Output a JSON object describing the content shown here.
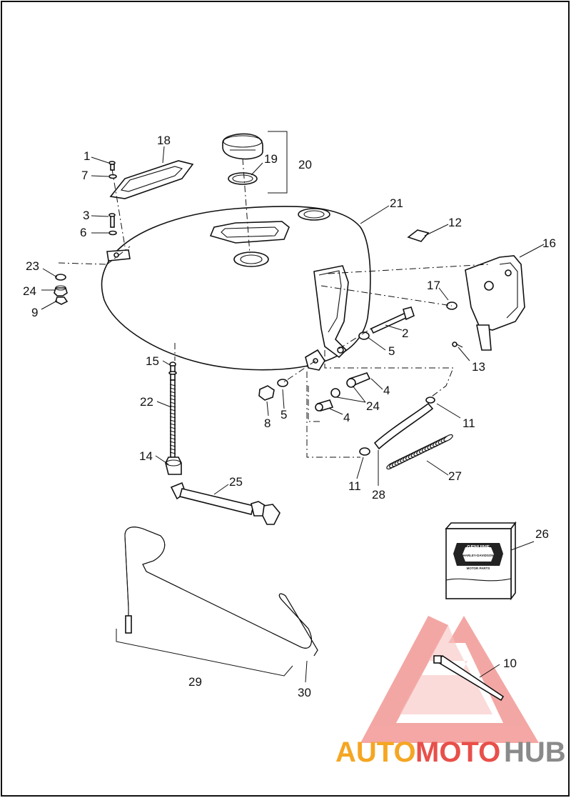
{
  "callouts": [
    {
      "id": "c1",
      "text": "1"
    },
    {
      "id": "c2",
      "text": "2"
    },
    {
      "id": "c3",
      "text": "3"
    },
    {
      "id": "c4a",
      "text": "4"
    },
    {
      "id": "c4b",
      "text": "4"
    },
    {
      "id": "c5a",
      "text": "5"
    },
    {
      "id": "c5b",
      "text": "5"
    },
    {
      "id": "c6",
      "text": "6"
    },
    {
      "id": "c7",
      "text": "7"
    },
    {
      "id": "c8",
      "text": "8"
    },
    {
      "id": "c9",
      "text": "9"
    },
    {
      "id": "c10",
      "text": "10"
    },
    {
      "id": "c11a",
      "text": "11"
    },
    {
      "id": "c11b",
      "text": "11"
    },
    {
      "id": "c12",
      "text": "12"
    },
    {
      "id": "c13",
      "text": "13"
    },
    {
      "id": "c14",
      "text": "14"
    },
    {
      "id": "c15",
      "text": "15"
    },
    {
      "id": "c16",
      "text": "16"
    },
    {
      "id": "c17",
      "text": "17"
    },
    {
      "id": "c18",
      "text": "18"
    },
    {
      "id": "c19",
      "text": "19"
    },
    {
      "id": "c20",
      "text": "20"
    },
    {
      "id": "c21",
      "text": "21"
    },
    {
      "id": "c22",
      "text": "22"
    },
    {
      "id": "c23",
      "text": "23"
    },
    {
      "id": "c24a",
      "text": "24"
    },
    {
      "id": "c24b",
      "text": "24"
    },
    {
      "id": "c25",
      "text": "25"
    },
    {
      "id": "c26",
      "text": "26"
    },
    {
      "id": "c27",
      "text": "27"
    },
    {
      "id": "c28",
      "text": "28"
    },
    {
      "id": "c29",
      "text": "29"
    },
    {
      "id": "c30",
      "text": "30"
    }
  ],
  "package": {
    "line1": "GENUINE",
    "line2": "HARLEY-DAVIDSON",
    "line3": "MOTOR PARTS"
  },
  "watermark": {
    "part1": "AUTO",
    "part2": "MOTO",
    "part3": "HUB",
    "color_red": "#e8504a",
    "color_orange": "#f5a623",
    "color_grey": "#8a8a8a"
  },
  "colors": {
    "line": "#111111",
    "background": "#ffffff"
  }
}
